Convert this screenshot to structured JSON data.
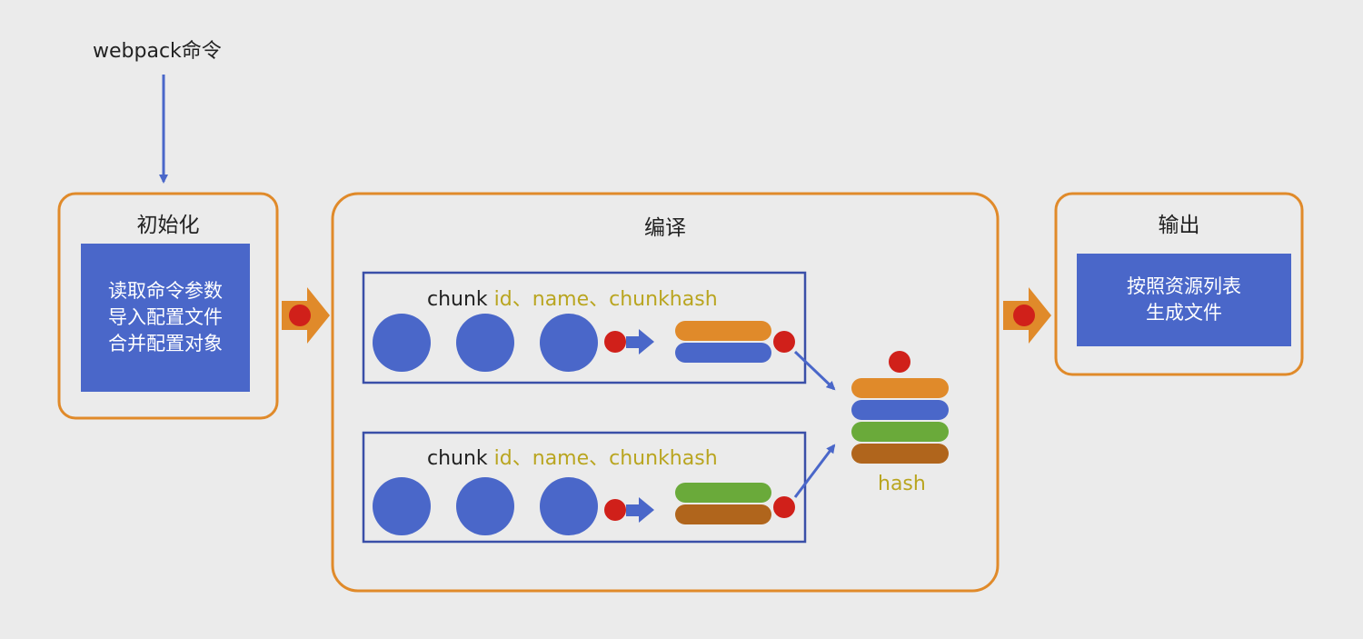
{
  "command": "webpack命令",
  "init": {
    "title": "初始化",
    "lines": [
      "读取命令参数",
      "导入配置文件",
      "合并配置对象"
    ]
  },
  "compile": {
    "title": "编译",
    "chunk_label_prefix": "chunk",
    "chunk_label_keys": "id、name、chunkhash"
  },
  "hash_label": "hash",
  "output": {
    "title": "输出",
    "lines": [
      "按照资源列表",
      "生成文件"
    ]
  },
  "colors": {
    "orange": "#e08a2a",
    "blue": "#4a67c9",
    "red": "#d0201a",
    "green": "#6aaa3a",
    "brown": "#b0651c",
    "keyword": "#b9a520"
  }
}
